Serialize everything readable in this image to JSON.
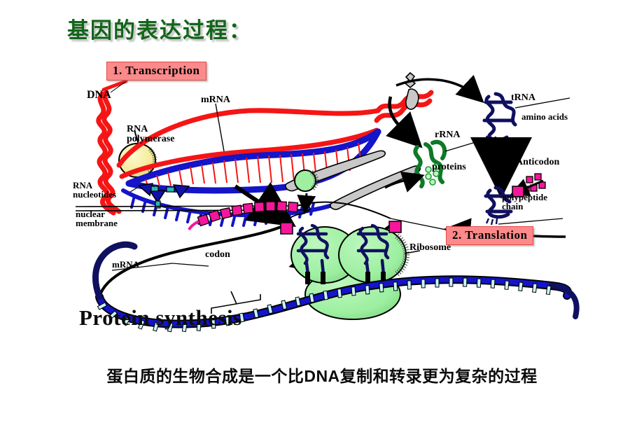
{
  "slide": {
    "title": "基因的表达过程：",
    "title_color": "#13651a",
    "background": "#ffffff",
    "caption": "蛋白质的生物合成是一个比DNA复制和转录更为复杂的过程"
  },
  "diagram": {
    "heading": "Protein synthesis",
    "stages": [
      {
        "label": "1. Transcription",
        "box_color": "#fd8a8a"
      },
      {
        "label": "2. Translation",
        "box_color": "#fd8a8a"
      }
    ],
    "labels": {
      "dna": "DNA",
      "mrna_top": "mRNA",
      "rna_polymerase": "RNA\npolymerase",
      "rna_nucleotides": "RNA\nnucleotides",
      "nuclear_membrane": "nuclear\nmembrane",
      "mrna_bottom": "mRNA",
      "codon": "codon",
      "trna": "tRNA",
      "amino_acids": "amino acids",
      "anticodon": "Anticodon",
      "rrna": "rRNA",
      "proteins": "proteins",
      "polypeptide_chain": "polypeptide\nchain",
      "ribosome": "Ribosome"
    },
    "colors": {
      "dna_strand": "#f51515",
      "mrna_strand": "#1414c8",
      "rna_polymerase": "#f5f0a0",
      "trna": "#101060",
      "rrna": "#0d7a28",
      "proteins": "#2fc24a",
      "amino_acid": "#f5169b",
      "ribosome": "#9ef0a0",
      "codon_base": "#c8f5fa",
      "chromosome": "#c8c8c8",
      "outline": "#000000"
    }
  }
}
